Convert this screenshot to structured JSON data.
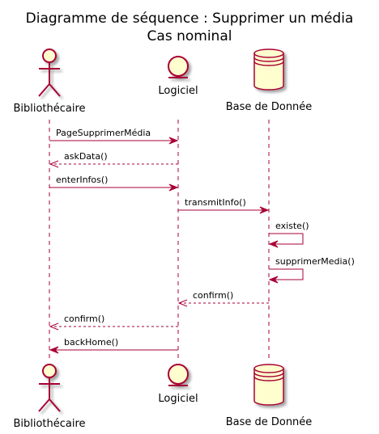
{
  "diagram": {
    "title_line1": "Diagramme de séquence : Supprimer un média",
    "title_line2": "Cas nominal",
    "participants": [
      {
        "id": "actor",
        "kind": "actor",
        "label": "Bibliothécaire"
      },
      {
        "id": "entity",
        "kind": "entity",
        "label": "Logiciel"
      },
      {
        "id": "database",
        "kind": "database",
        "label": "Base de Donnée"
      }
    ],
    "messages": [
      {
        "from": 0,
        "to": 1,
        "label": "PageSupprimerMédia",
        "style": "solid"
      },
      {
        "from": 1,
        "to": 0,
        "label": "askData()",
        "style": "dashed"
      },
      {
        "from": 0,
        "to": 1,
        "label": "enterInfos()",
        "style": "solid"
      },
      {
        "from": 1,
        "to": 2,
        "label": "transmitInfo()",
        "style": "solid"
      },
      {
        "from": 2,
        "to": 2,
        "label": "existe()",
        "style": "self"
      },
      {
        "from": 2,
        "to": 2,
        "label": "supprimerMedia()",
        "style": "self"
      },
      {
        "from": 2,
        "to": 1,
        "label": "confirm()",
        "style": "dashed"
      },
      {
        "from": 1,
        "to": 0,
        "label": "confirm()",
        "style": "dashed"
      },
      {
        "from": 1,
        "to": 0,
        "label": "backHome()",
        "style": "solid"
      }
    ],
    "colors": {
      "line": "#A80036",
      "fill": "#FEFECE",
      "lifeline": "#A80036"
    }
  }
}
